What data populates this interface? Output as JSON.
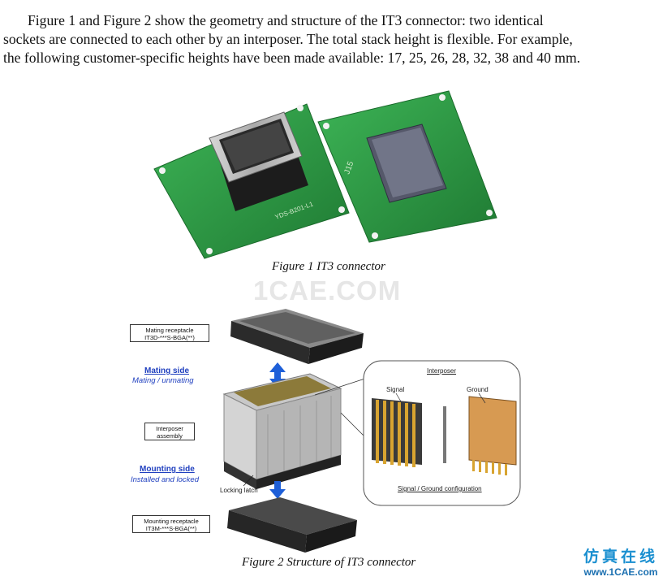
{
  "paragraph": {
    "line1": "Figure 1 and Figure 2 show the geometry and structure of the IT3 connector: two identical",
    "line2": "sockets are connected to each other by an interposer. The total stack height is flexible. For example,",
    "line3": "the following customer-specific heights have been made available: 17, 25, 26, 28, 32, 38 and 40 mm."
  },
  "figure1": {
    "caption": "Figure 1 IT3 connector",
    "board_marks": [
      "J15",
      "YDS-B201-L1"
    ]
  },
  "watermark": "1CAE.COM",
  "figure2": {
    "caption": "Figure 2 Structure of IT3 connector",
    "mating_receptacle": {
      "line1": "Mating receptacle",
      "line2": "IT3D-***S-BGA(**)"
    },
    "mating_side": {
      "title": "Mating side",
      "subtitle": "Mating / unmating"
    },
    "interposer_assembly": {
      "line1": "Interposer",
      "line2": "assembly"
    },
    "mounting_side": {
      "title": "Mounting side",
      "subtitle": "Installed and locked"
    },
    "locking_latch": "Locking latch",
    "mounting_receptacle": {
      "line1": "Mounting receptacle",
      "line2": "IT3M-***S-BGA(**)"
    },
    "inset": {
      "title": "Interposer",
      "signal": "Signal",
      "ground": "Ground",
      "config": "Signal / Ground configuration"
    }
  },
  "brand": {
    "cn": "仿真在线",
    "url": "www.1CAE.com"
  },
  "colors": {
    "pcb": "#2f9a43",
    "arrow": "#1e5fd8",
    "gold": "#d8a430",
    "brand": "#1a8fd0"
  }
}
